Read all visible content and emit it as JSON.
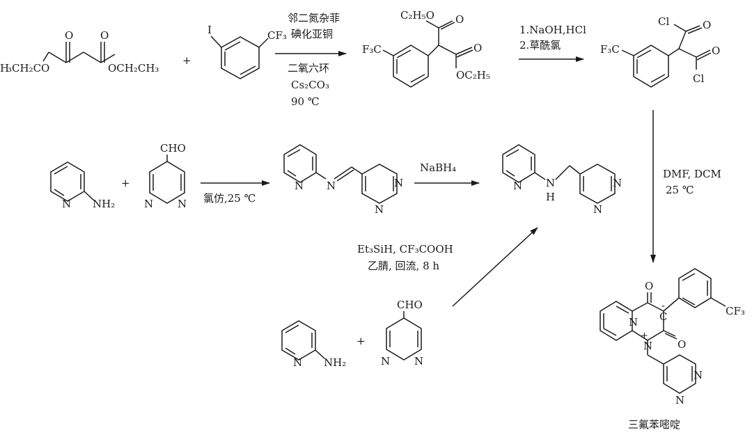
{
  "molecules": {
    "malonate_left": "H",
    "malonate_left2": "₃CH₂CO",
    "malonate_right": "OCH₂CH₃",
    "o": "O",
    "i": "I",
    "cf3": "CF₃",
    "c2h5o": "C₂H₅O",
    "oc2h5": "OC₂H₅",
    "f3c": "F₃C",
    "cl": "Cl",
    "cho": "CHO",
    "n": "N",
    "nh2": "NH₂",
    "h": "H",
    "c_minus": "C",
    "minus": "-",
    "plus": "+",
    "n_plus": "N"
  },
  "operators": {
    "plus": "+"
  },
  "conditions": {
    "step1_top_1": "邻二氮杂菲",
    "step1_top_2": "碘化亚铜",
    "step1_bot_1": "二氧六环",
    "step1_bot_2": "Cs₂CO₃",
    "step1_bot_3": "90 ℃",
    "step2_top_1": "1.NaOH,HCl",
    "step2_top_2": "2.草酰氯",
    "step3_bot": "氯仿,25 ℃",
    "step4_top": "NaBH₄",
    "step5_1": "Et₃SiH, CF₃COOH",
    "step5_2": "乙腈, 回流, 8 h",
    "step6_1": "DMF, DCM",
    "step6_2": "25 ℃"
  },
  "product_name": "三氟苯嘧啶"
}
